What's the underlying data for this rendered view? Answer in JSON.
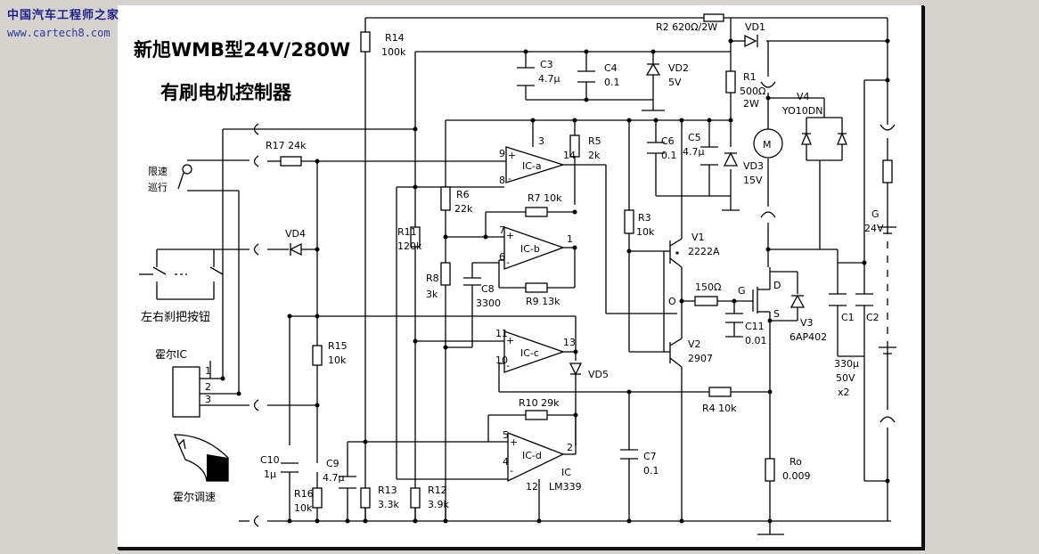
{
  "watermark": {
    "line1": "中国汽车工程师之家",
    "line2": "www.cartech8.com"
  },
  "title": {
    "line1": "新旭WMB型24V/280W",
    "line2": "有刷电机控制器"
  },
  "labels": {
    "r14": "R14",
    "r14v": "100k",
    "r2": "R2  620Ω/2W",
    "vd1": "VD1",
    "c3": "C3",
    "c3v": "4.7μ",
    "c4": "C4",
    "c4v": "0.1",
    "vd2": "VD2",
    "vd2v": "5V",
    "r1": "R1",
    "r1v": "500Ω",
    "r1w": "2W",
    "v4": "V4",
    "v4v": "YO10DN",
    "m": "M",
    "r17": "R17  24k",
    "limit1": "限速",
    "limit2": "巡行",
    "r5": "R5",
    "r5v": "2k",
    "c6": "C6",
    "c6v": "0.1",
    "c5": "C5",
    "c5v": "4.7μ",
    "vd3": "VD3",
    "vd3v": "15V",
    "r6": "R6",
    "r6v": "22k",
    "r7": "R7  10k",
    "vd4": "VD4",
    "r11": "R11",
    "r11v": "120k",
    "r8": "R8",
    "r8v": "3k",
    "c8": "C8",
    "c8v": "3300",
    "r9": "R9  13k",
    "r3": "R3",
    "r3v": "10k",
    "v1": "V1",
    "v1v": "2222A",
    "r150": "150Ω",
    "g": "G",
    "d": "D",
    "s": "S",
    "o": "O",
    "c11": "C11",
    "c11v": "0.01",
    "v3": "V3",
    "v3v": "6AP402",
    "g24": "G",
    "g24v": "24V",
    "c1": "C1",
    "c2": "C2",
    "cap1": "330μ",
    "cap2": "50V",
    "cap3": "x2",
    "switch": "左右刹把按钮",
    "hall": "霍尔IC",
    "r15": "R15",
    "r15v": "10k",
    "v2": "V2",
    "v2v": "2907",
    "vd5": "VD5",
    "r10": "R10  29k",
    "r4": "R4  10k",
    "c10": "C10",
    "c10v": "1μ",
    "c9": "C9",
    "c9v": "4.7μ",
    "r16": "R16",
    "r16v": "10k",
    "r13": "R13",
    "r13v": "3.3k",
    "r12": "R12",
    "r12v": "3.9k",
    "c7": "C7",
    "c7v": "0.1",
    "ic": "IC",
    "icv": "LM339",
    "ro": "Ro",
    "rov": "0.009",
    "hallspeed": "霍尔调速",
    "ica": "IC-a",
    "icb": "IC-b",
    "icc": "IC-c",
    "icd": "IC-d",
    "pin9": "9",
    "pin3": "3",
    "pin8": "8",
    "pin14": "14",
    "pin7": "7",
    "pin6": "6",
    "pin1": "1",
    "pin11": "11",
    "pin10": "10",
    "pin13": "13",
    "pin5": "5",
    "pin4": "4",
    "pin2": "2",
    "pin12": "12",
    "hp1": "1",
    "hp2": "2",
    "hp3": "3",
    "plus": "+",
    "minus": "-"
  }
}
